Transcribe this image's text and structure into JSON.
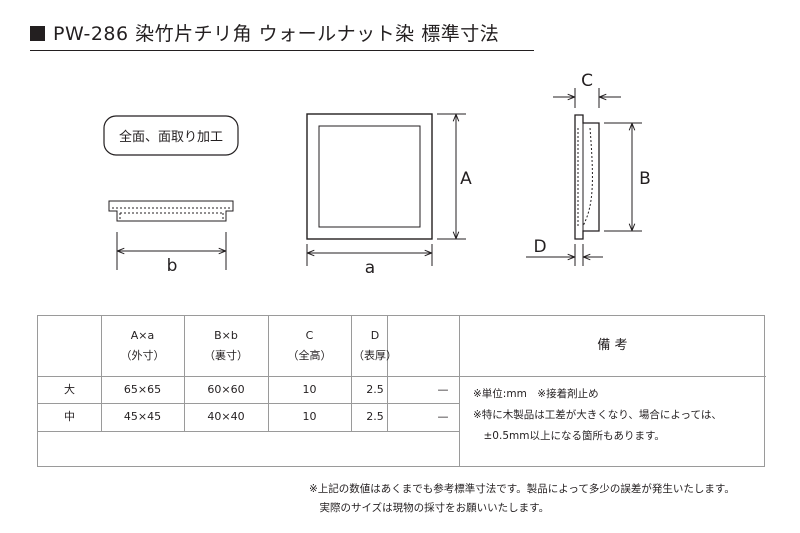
{
  "title": "PW-286 染竹片チリ角 ウォールナット染 標準寸法",
  "diagram": {
    "badge": "全面、面取り加工",
    "labels": {
      "a": "a",
      "b": "b",
      "A": "A",
      "B": "B",
      "C": "C",
      "D": "D"
    }
  },
  "table": {
    "headers": [
      {
        "top": "A×a",
        "bottom": "（外寸）"
      },
      {
        "top": "B×b",
        "bottom": "（裏寸）"
      },
      {
        "top": "C",
        "bottom": "（全高）"
      },
      {
        "top": "D",
        "bottom": "（表厚）"
      }
    ],
    "remarks_header": "備 考",
    "rows": [
      {
        "size": "大",
        "Aa": "65×65",
        "Bb": "60×60",
        "C": "10",
        "D": "2.5",
        "extra": "—"
      },
      {
        "size": "中",
        "Aa": "45×45",
        "Bb": "40×40",
        "C": "10",
        "D": "2.5",
        "extra": "—"
      }
    ],
    "notes": [
      "※単位:mm　※接着剤止め",
      "※特に木製品は工差が大きくなり、場合によっては、",
      "　±0.5mm以上になる箇所もあります。"
    ]
  },
  "footnotes": [
    "※上記の数値はあくまでも参考標準寸法です。製品によって多少の誤差が発生いたします。",
    "　実際のサイズは現物の採寸をお願いいたします。"
  ]
}
